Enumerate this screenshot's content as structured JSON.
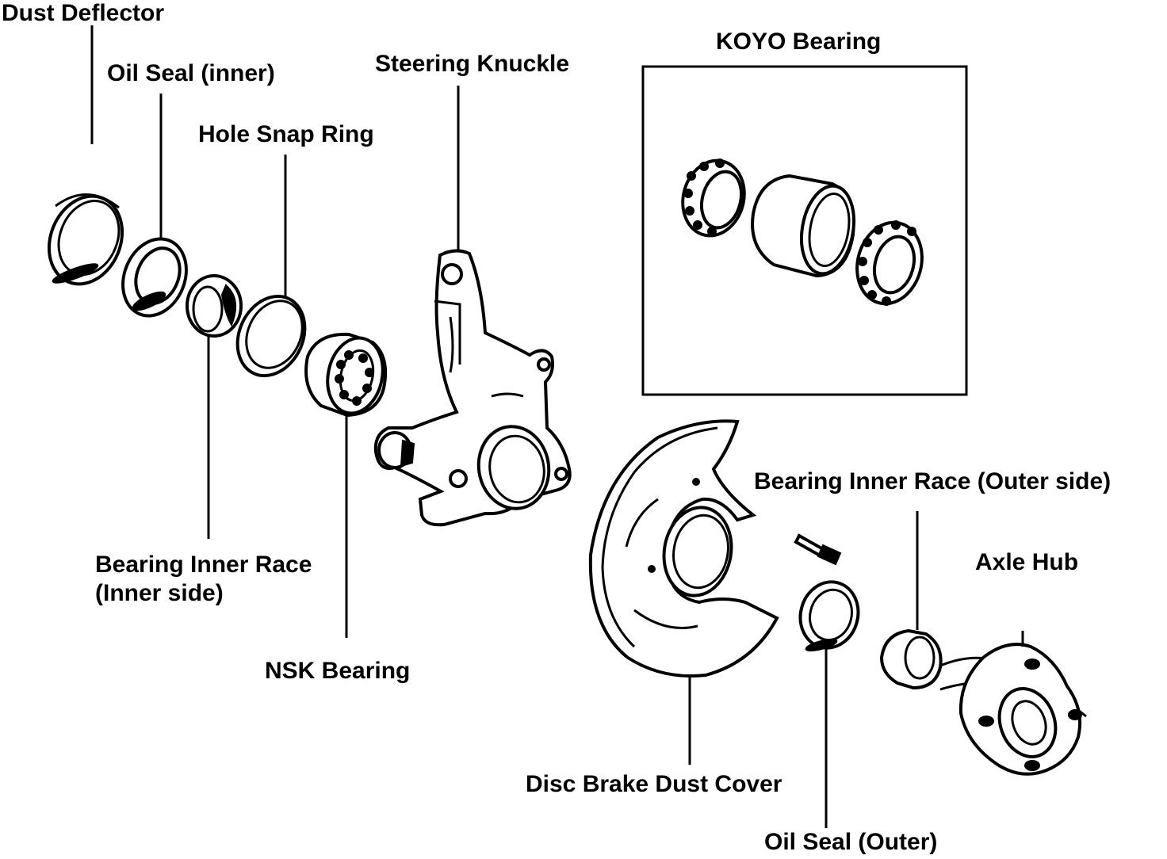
{
  "labels": {
    "dust_deflector": "Dust Deflector",
    "oil_seal_inner": "Oil Seal (inner)",
    "hole_snap_ring": "Hole Snap Ring",
    "steering_knuckle": "Steering Knuckle",
    "koyo_bearing": "KOYO Bearing",
    "bearing_inner_race_outer": "Bearing Inner Race (Outer side)",
    "axle_hub": "Axle Hub",
    "bearing_inner_race_inner_1": "Bearing Inner Race",
    "bearing_inner_race_inner_2": "(Inner side)",
    "nsk_bearing": "NSK Bearing",
    "disc_brake_dust_cover": "Disc Brake Dust Cover",
    "oil_seal_outer": "Oil Seal (Outer)"
  }
}
